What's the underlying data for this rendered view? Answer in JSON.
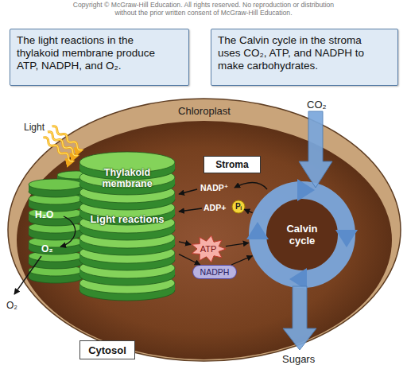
{
  "diagram": {
    "nodes": [
      {
        "text": [
          "The light reactions in the thylakoid membrane produce ATP, NADPH, and O₂."
        ]
      },
      {
        "text": [
          "The Calvin cycle in the stroma uses CO₂, ATP, and NADPH to make carbohydrates."
        ]
      },
      {
        "text": [
          "Chloroplast"
        ]
      },
      {
        "text": [
          "Thylakoid membrane",
          "Light reactions"
        ],
        "in": 2
      },
      {
        "text": [
          "Stroma"
        ],
        "in": 2
      },
      {
        "text": [
          "Pᵢ"
        ],
        "in": 2
      },
      {
        "text": [
          "Calvin cycle"
        ],
        "in": 2
      },
      {
        "text": [
          "ATP"
        ],
        "in": 2
      },
      {
        "text": [
          "NADPH"
        ],
        "in": 2
      },
      {
        "text": [
          "Cytosol"
        ]
      }
    ],
    "edges": [
      {
        "from": 3,
        "to": 7,
        "arrow": "to"
      },
      {
        "from": 3,
        "to": 8,
        "arrow": "to"
      },
      {
        "from": 7,
        "to": 6,
        "arrow": "to"
      },
      {
        "from": 8,
        "to": 6,
        "arrow": "to"
      },
      {
        "from": 6,
        "to": 5,
        "arrow": "to"
      }
    ],
    "labels": [
      "Copyright © McGraw-Hill Education. All rights reserved. No reproduction or distribution without the prior written consent of McGraw-Hill Education.",
      "Light",
      "CO₂",
      "NADP⁺",
      "ADP+",
      "H₂O",
      "O₂",
      "O₂",
      "Sugars"
    ]
  }
}
